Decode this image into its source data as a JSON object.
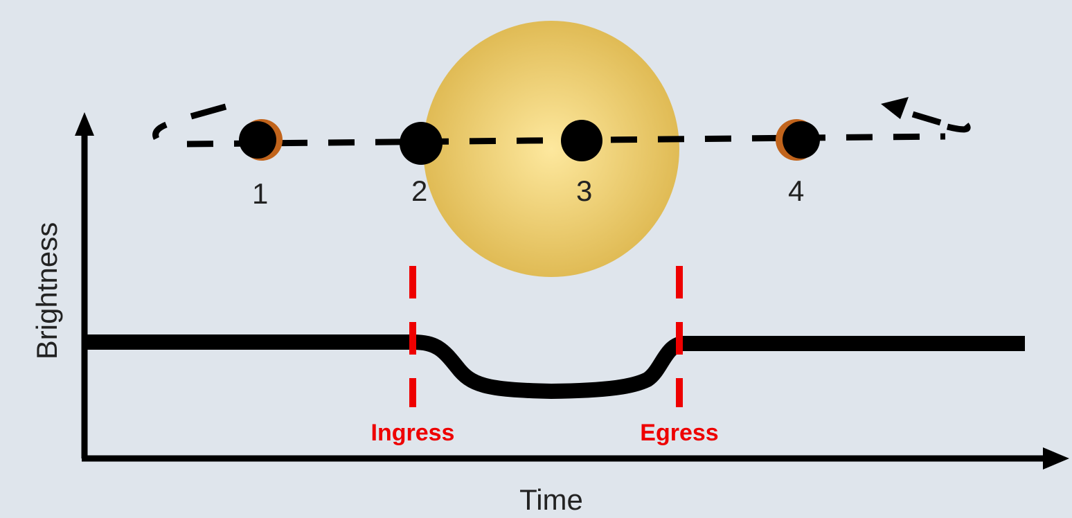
{
  "axes": {
    "y_label": "Brightness",
    "x_label": "Time"
  },
  "positions": [
    {
      "label": "1",
      "phase": "before"
    },
    {
      "label": "2",
      "phase": "ingress"
    },
    {
      "label": "3",
      "phase": "mid"
    },
    {
      "label": "4",
      "phase": "after"
    }
  ],
  "markers": {
    "ingress": "Ingress",
    "egress": "Egress"
  },
  "colors": {
    "background": "#dfe5ec",
    "star_inner": "#fde79a",
    "star_outer": "#e2bd55",
    "planet": "#000000",
    "crescent": "#c1641c",
    "marker": "#ee0000",
    "curve": "#000000"
  }
}
